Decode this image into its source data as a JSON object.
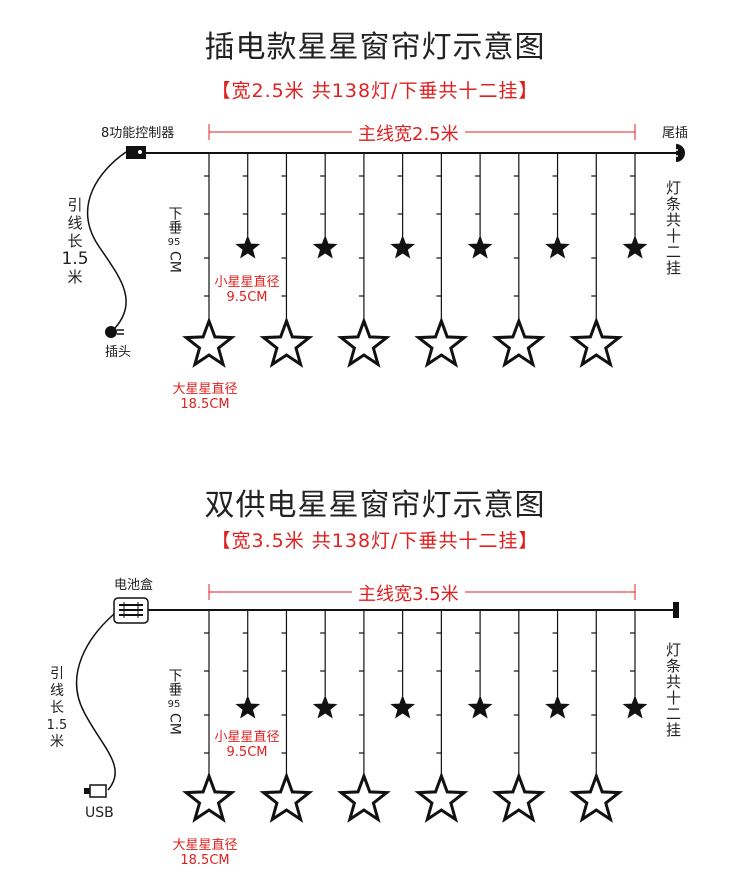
{
  "diagrams": [
    {
      "title": "插电款星星窗帘灯示意图",
      "subtitle": "【宽2.5米 共138灯/下垂共十二挂】",
      "controller_label": "8功能控制器",
      "main_width_label": "主线宽2.5米",
      "tail_label": "尾插",
      "lead_label_chars": [
        "引",
        "线",
        "长"
      ],
      "lead_length": "1.5",
      "lead_unit": "米",
      "plug_label": "插头",
      "drop_label": "下垂",
      "drop_num": "95",
      "drop_unit": "CM",
      "small_star_label": "小星星直径",
      "small_star_size": "9.5CM",
      "big_star_label": "大星星直径",
      "big_star_size": "18.5CM",
      "strands_label": "灯条共十二挂",
      "start_icon": "controller-box-icon",
      "end_icon": "tail-plug-icon",
      "source_icon": "power-plug-icon"
    },
    {
      "title": "双供电星星窗帘灯示意图",
      "subtitle": "【宽3.5米 共138灯/下垂共十二挂】",
      "controller_label": "电池盒",
      "main_width_label": "主线宽3.5米",
      "lead_label_chars": [
        "引",
        "线",
        "长"
      ],
      "lead_length": "1.5",
      "lead_unit": "米",
      "plug_label": "USB",
      "drop_label": "下垂",
      "drop_num": "95",
      "drop_unit": "CM",
      "small_star_label": "小星星直径",
      "small_star_size": "9.5CM",
      "big_star_label": "大星星直径",
      "big_star_size": "18.5CM",
      "strands_label": "灯条共十二挂",
      "start_icon": "battery-box-icon",
      "end_icon": "end-cap-icon",
      "source_icon": "usb-plug-icon"
    }
  ],
  "colors": {
    "accent_red": "#e02020",
    "line": "#111111",
    "text": "#222222"
  },
  "layout_spec": {
    "strand_count": 12,
    "small_star_count": 6,
    "big_star_count": 6
  }
}
